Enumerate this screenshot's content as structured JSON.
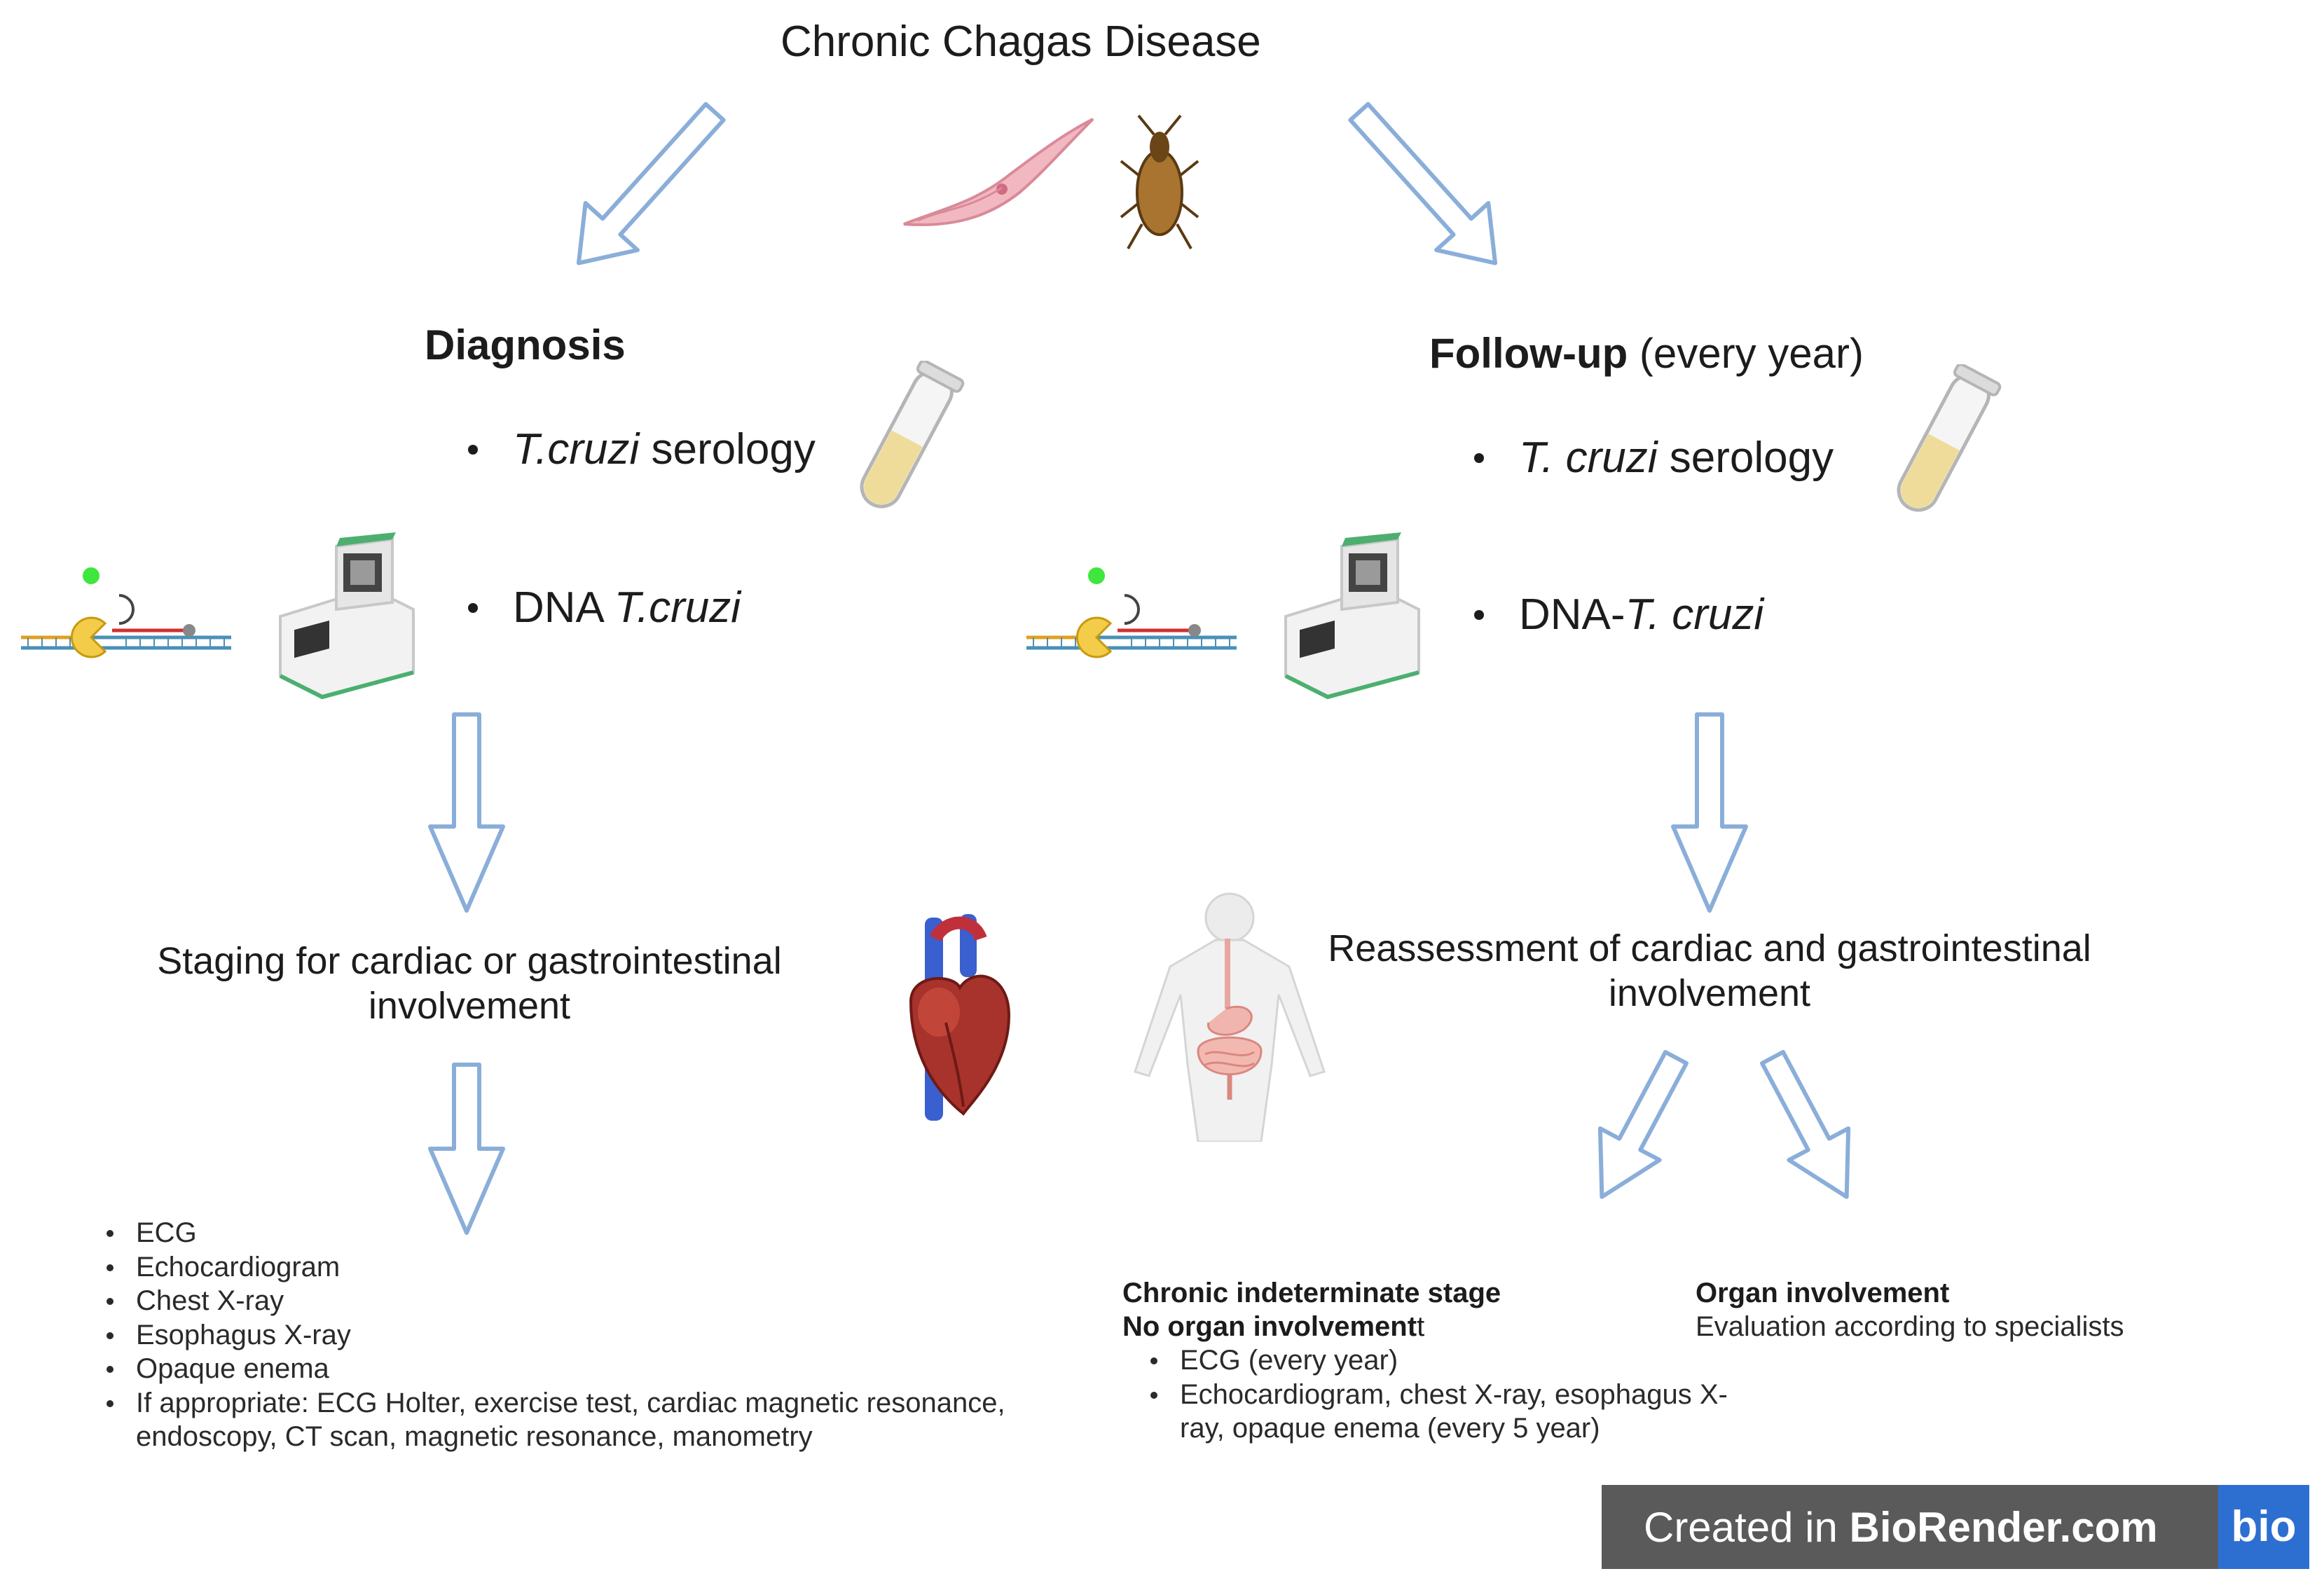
{
  "title": "Chronic Chagas  Disease",
  "diagnosis": {
    "heading": "Diagnosis",
    "serology_italic": "T.cruzi",
    "serology_rest": " serology",
    "dna_prefix": "DNA ",
    "dna_italic": "T.cruzi"
  },
  "followup": {
    "heading_bold": "Follow-up",
    "heading_rest": " (every year)",
    "serology_italic": "T. cruzi",
    "serology_rest": " serology",
    "dna_prefix": "DNA-",
    "dna_italic": "T. cruzi"
  },
  "staging": {
    "line1": "Staging for cardiac or gastrointestinal",
    "line2": "involvement"
  },
  "reassessment": {
    "line1": "Reassessment of cardiac and gastrointestinal",
    "line2": "involvement"
  },
  "staging_tests": [
    "ECG",
    "Echocardiogram",
    "Chest X-ray",
    "Esophagus X-ray",
    "Opaque enema",
    "If appropriate: ECG Holter, exercise test, cardiac magnetic resonance,",
    "endoscopy, CT scan, magnetic resonance, manometry"
  ],
  "indeterminate": {
    "heading1": "Chronic indeterminate stage",
    "heading2": "No organ involvement",
    "heading2_tail": "t",
    "items": [
      "ECG (every year)",
      "Echocardiogram, chest X-ray, esophagus X-",
      "ray, opaque enema (every 5 year)"
    ]
  },
  "organ": {
    "heading": "Organ involvement",
    "text": "Evaluation according to specialists"
  },
  "banner": {
    "prefix": "Created in ",
    "brand": "BioRender.com",
    "logo": "bio"
  },
  "colors": {
    "arrow_stroke": "#8aaed9",
    "banner_bg": "#5a5a5a",
    "logo_bg": "#2c6fd1"
  }
}
